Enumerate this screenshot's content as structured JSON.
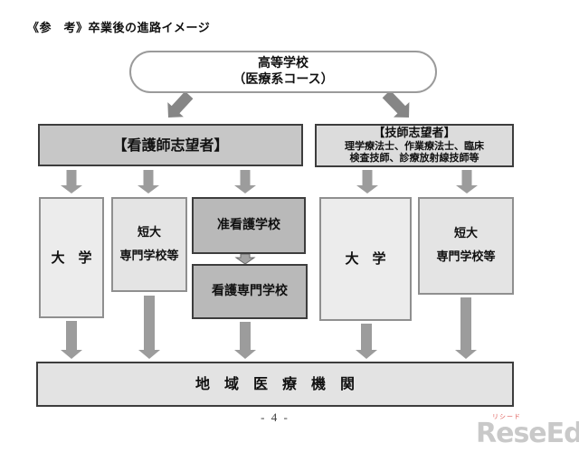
{
  "page": {
    "title": "《参　考》卒業後の進路イメージ",
    "page_number": "- 4 -",
    "watermark": {
      "text": "ReseEd",
      "ruby": "リシード",
      "text_color": "#c9c9c9",
      "ruby_color": "#e0635f"
    }
  },
  "diagram": {
    "high_school": {
      "line1": "高等学校",
      "line2": "（医療系コース）",
      "fill": "#ffffff"
    },
    "nurse_header": {
      "label": "【看護師志望者】",
      "fill": "#c7c7c7"
    },
    "tech_header": {
      "title": "【技師志望者】",
      "detail_line1": "理学療法士、作業療法士、臨床",
      "detail_line2": "検査技師、診療放射線技師等",
      "fill": "#dcdcdc"
    },
    "university_left": {
      "label": "大　学",
      "fill": "#ececec"
    },
    "tandai_left": {
      "line1": "短大",
      "line2": "専門学校等",
      "fill": "#e4e4e4"
    },
    "jun_kango": {
      "label": "准看護学校",
      "fill": "#b9b9b9"
    },
    "kango_senmon": {
      "label": "看護専門学校",
      "fill": "#b9b9b9"
    },
    "university_right": {
      "label": "大　学",
      "fill": "#ececec"
    },
    "tandai_right": {
      "line1": "短大",
      "line2": "専門学校等",
      "fill": "#e4e4e4"
    },
    "regional": {
      "label": "地　域　医　療　機　関",
      "fill": "#e3e3e3"
    },
    "arrow_color": "#9c9c9c",
    "diagonal_arrow_color": "#868686"
  }
}
